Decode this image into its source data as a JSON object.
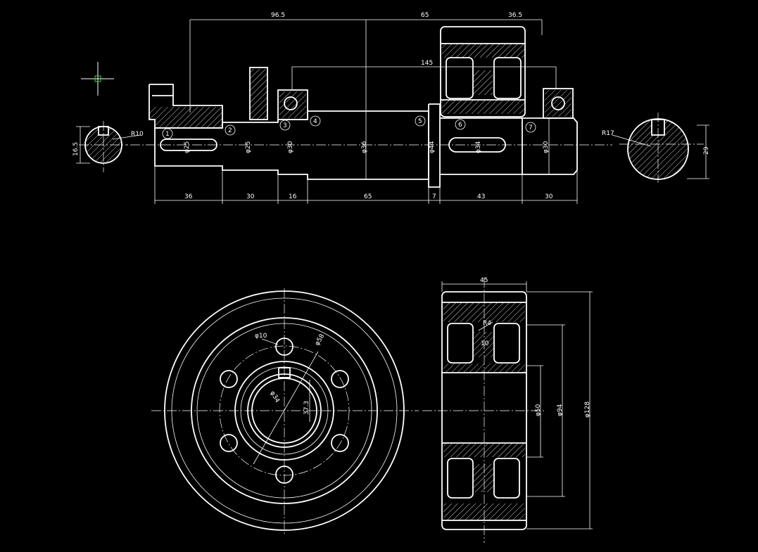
{
  "colors": {
    "background": "#000000",
    "lines": "#ffffff",
    "cursor_box": "#3bd14a"
  },
  "top_dims": {
    "a": "96.5",
    "b": "65",
    "c": "36.5",
    "inner": "145"
  },
  "bottom_dims": [
    "36",
    "30",
    "16",
    "65",
    "7",
    "43",
    "30"
  ],
  "diameters": {
    "d1": "φ25",
    "d2": "φ25",
    "d3": "φ30",
    "d4": "φ36",
    "d5": "φ44",
    "d6": "φ34",
    "d7": "φ30"
  },
  "balloons": [
    "1",
    "2",
    "3",
    "4",
    "5",
    "6",
    "7"
  ],
  "left_section": {
    "height": "16.5",
    "radius": "R10"
  },
  "right_section": {
    "height": "29",
    "radius": "R17"
  },
  "wheel_front": {
    "hole": "φ10",
    "bolt_circle": "φ58",
    "bore": "φ34",
    "keyway": "37.3"
  },
  "wheel_side": {
    "width": "45",
    "d_small": "φ50",
    "d_mid": "φ94",
    "d_big": "φ128",
    "r": "R4",
    "slot": "10"
  }
}
